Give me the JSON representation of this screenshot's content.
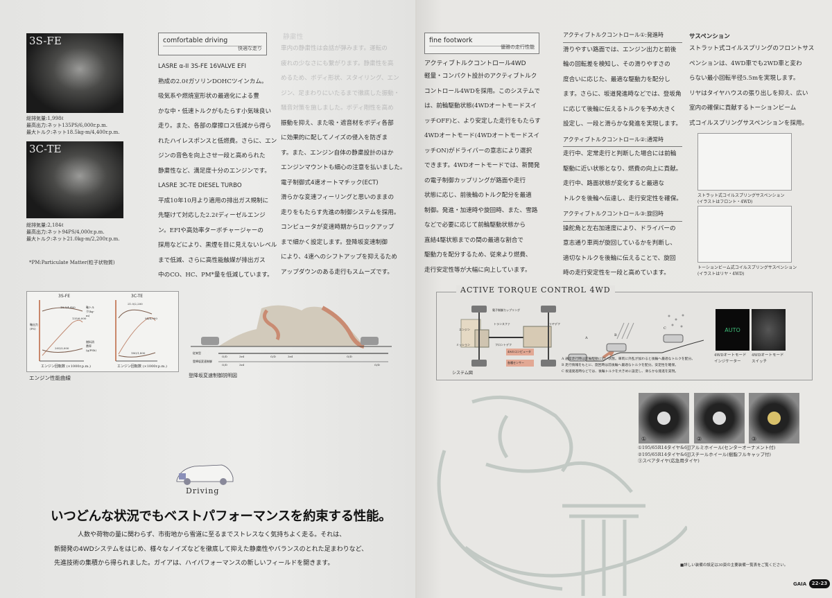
{
  "left": {
    "engines": [
      {
        "label": "3S-FE",
        "specs": [
          "総排気量:1,998ℓ",
          "最高出力:ネット135PS/6,000r.p.m.",
          "最大トルク:ネット18.5kg-m/4,400r.p.m."
        ]
      },
      {
        "label": "3C-TE",
        "specs": [
          "総排気量:2,184ℓ",
          "最高出力:ネット94PS/4,000r.p.m.",
          "最大トルク:ネット21.0kg-m/2,200r.p.m."
        ]
      }
    ],
    "pm_note": "*PM:Particulate Matter(粒子状物質)",
    "section_box": {
      "title": "comfortable driving",
      "subtitle": "快適な走り"
    },
    "col1": [
      "LASRE α-II 3S-FE 16VALVE EFI",
      "熟成の2.0ℓガソリンDOHCツインカム。",
      "吸気系や燃焼室形状の最適化による豊",
      "かな中・低速トルクがもたらす小気味良い",
      "走り。また、各部の摩擦ロス低減から得ら",
      "れたハイレスポンスと低燃費。さらに、エン",
      "ジンの音色を向上させ一段と高められた",
      "静粛性など、満足度十分のエンジンです。",
      "LASRE 3C-TE DIESEL TURBO",
      "平成10年10月より適用の排出ガス規制に",
      "先駆けて対応した2.2ℓディーゼルエンジ",
      "ン。EFIや高効率ターボチャージャーの",
      "採用などにより、黒煙を目に見えないレベル",
      "まで低減、さらに高性能触媒が排出ガス",
      "中のCO、HC、PM*量を低減しています。"
    ],
    "col2_heading": "静粛性",
    "col2": [
      "車内の静粛性は会話が弾みます。運転の",
      "疲れの少なさにも繋がります。静粛性を高",
      "めるため、ボディ形状、スタイリング、エン",
      "ジン、足まわりにいたるまで徹底した振動・",
      "騒音対策を施しました。ボディ剛性を高め",
      "振動を抑え、また吸・遮音材をボディ各部",
      "に効果的に配してノイズの侵入を防ぎま",
      "す。また、エンジン自体の静粛設計のほか",
      "エンジンマウントも細心の注意を払いました。",
      "電子制御式4速オートマチック(ECT)",
      "滑らかな変速フィーリングと思いのままの",
      "走りをもたらす先進の制御システムを採用。",
      "コンピュータが変速時期からロックアップ",
      "まで細かく設定します。登降坂変速制御",
      "により、4速へのシフトアップを抑えるため",
      "アップダウンのある走行もスムーズです。"
    ],
    "perf_chart": {
      "caption": "エンジン性能曲線",
      "charts": [
        {
          "title": "3S-FE",
          "peak_torque": "18.5/4,400",
          "peak_power": "135/6,000",
          "fuel": "205/3,000"
        },
        {
          "title": "3C-TE",
          "peak_torque": "21.0/2,200",
          "peak_power": "94/4,000",
          "fuel": "180/1,800"
        }
      ],
      "xlabel": "エンジン回転数 (×1000r.p.m.)",
      "y_power": "軸出力(PS)",
      "y_torque": "軸トルク(kg-m)",
      "y_fuel": "燃料消費率(g/PSh)"
    },
    "hill_diagram": {
      "caption": "登降坂変速制御説明図",
      "row1_label": "従来型",
      "row2_label": "登降坂変速制御",
      "row1": [
        "O/D",
        "3rd",
        "O/D",
        "3rd",
        "O/D"
      ],
      "row2": [
        "O/D",
        "3rd",
        "O/D"
      ]
    },
    "driving_label": "Driving",
    "headline": "いつどんな状況でもベストパフォーマンスを約束する性能。",
    "body": [
      "人数や荷物の量に関わらず、市街地から雪道に至るまでストレスなく気持ちよく走る。それは、",
      "新開発の4WDシステムをはじめ、様々なノイズなどを徹底して抑えた静粛性やバランスのとれた足まわりなど、",
      "先進技術の集積から得られました。ガイアは、ハイパフォーマンスの新しいフィールドを開きます。"
    ]
  },
  "right": {
    "section_box": {
      "title": "fine footwork",
      "subtitle": "優雅の走行性能"
    },
    "col1_heading": "アクティブトルクコントロール4WD",
    "col1": [
      "軽量・コンパクト設計のアクティブトルク",
      "コントロール4WDを採用。このシステムで",
      "は、前輪駆動状態(4WDオートモードスイ",
      "ッチOFF)と、より安定した走行をもたらす",
      "4WDオートモード(4WDオートモードスイ",
      "ッチON)がドライバーの意志により選択",
      "できます。4WDオートモードでは、新開発",
      "の電子制御カップリングが路面や走行",
      "状態に応じ、前後輪のトルク配分を最適",
      "制御。発進・加速時や旋回時、また、雪路",
      "などで必要に応じて前輪駆動状態から",
      "直結4駆状態までの間の最適な割合で",
      "駆動力を配分するため、従来より燃費、",
      "走行安定性等が大幅に向上しています。"
    ],
    "col2": [
      {
        "heading": "アクティブトルクコントロール①:発進時",
        "lines": [
          "滑りやすい路面では、エンジン出力と前後",
          "輪の回転差を検知し、その滑りやすさの",
          "度合いに応じた、最適な駆動力を配分し",
          "ます。さらに、坂道発進時などでは、登坂角",
          "に応じて後輪に伝えるトルクを予め大きく",
          "設定し、一段と滑らかな発進を実現します。"
        ]
      },
      {
        "heading": "アクティブトルクコントロール②:通常時",
        "lines": [
          "走行中、定常走行と判断した場合には前輪",
          "駆動に近い状態となり、燃費の向上に貢献。",
          "走行中、路面状態が変化すると最適な",
          "トルクを後輪へ伝達し、走行安定性を確保。"
        ]
      },
      {
        "heading": "アクティブトルクコントロール③:旋回時",
        "lines": [
          "操舵角と左右加速度により、ドライバーの",
          "意志通り車両が旋回しているかを判断し、",
          "適切なトルクを後輪に伝えることで、旋回",
          "時の走行安定性を一段と高めています。"
        ]
      }
    ],
    "suspension": {
      "heading": "サスペンション",
      "lines": [
        "ストラット式コイルスプリングのフロントサス",
        "ペンションは、4WD車でも2WD車と変わ",
        "らない最小回転半径5.5mを実現します。",
        "リヤはタイヤハウスの張り出しを抑え、広い",
        "室内の確保に貢献するトーションビーム",
        "式コイルスプリングサスペンションを採用。"
      ],
      "captions": [
        [
          "ストラット式コイルスプリングサスペンション",
          "(イラストはフロント・4WD)"
        ],
        [
          "トーションビーム式コイルスプリングサスペンション",
          "(イラストはリヤ・4WD)"
        ]
      ]
    },
    "atc": {
      "title": "ACTIVE TORQUE CONTROL 4WD",
      "system_caption": "システム図",
      "parts": [
        "電子制御カップリング",
        "エンジン",
        "トランスファ",
        "リヤデフ",
        "ミッション",
        "フロントデフ",
        "4WDコンピュータ",
        "各種センサー"
      ],
      "scenes": [
        "A",
        "B",
        "C"
      ],
      "notes": [
        "A  通常走行時は前輪駆動に近い状態。車両に外乱が加わると後輪へ最適なトルクを配分。",
        "B  走行情報をもとに、旋回時は前後輪へ最適なトルクを配分。安定性を確保。",
        "C  坂道発進時などでは、後輪トルクを大きめに設定し、滑らかな発進を実現。"
      ],
      "indicator_text": "AUTO",
      "indicator_color": "#3fbf7a",
      "indicator_caption": [
        "4WDオートモード",
        "インジケーター"
      ],
      "switch_caption": [
        "4WDオートモード",
        "スイッチ"
      ]
    },
    "tires": {
      "numbers": [
        "①",
        "②",
        "③"
      ],
      "captions": [
        "①195/65R14タイヤ&6JJアルミホイール(センターオーナメント付)",
        "②195/65R14タイヤ&6JJスチールホイール(樹脂フルキャップ付)",
        "③スペアタイヤ(応急用タイヤ)"
      ]
    },
    "footnote": "■詳しい装備の設定は30頁の主要装備一覧表をご覧ください。",
    "brand": "GAIA",
    "pages": "22-23"
  }
}
